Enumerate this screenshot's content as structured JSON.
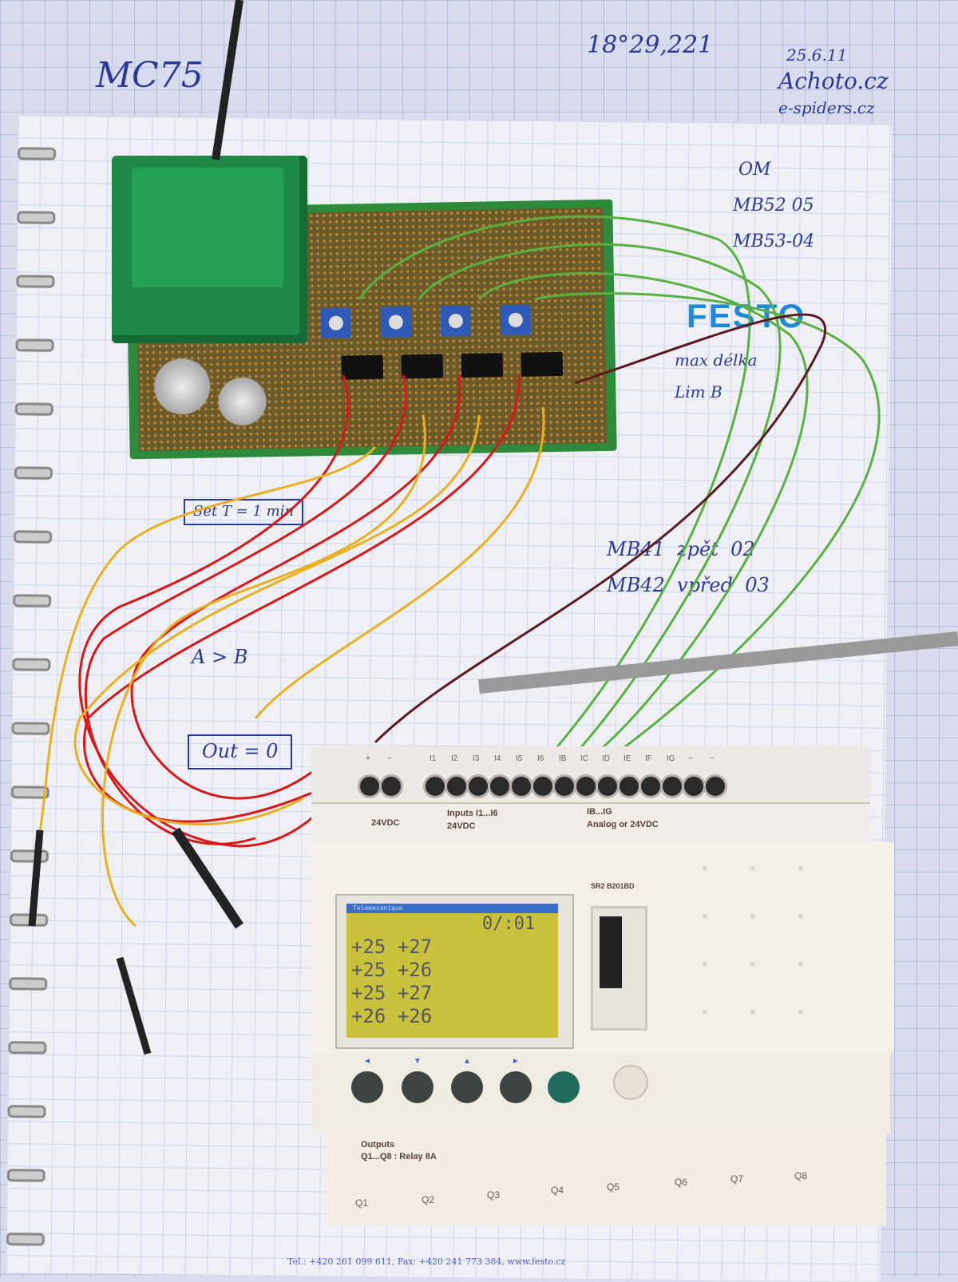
{
  "notes": {
    "top_left": "MC75",
    "top_coords": "18°29,221",
    "top_date": "25.6.11",
    "site1": "Achoto.cz",
    "site2": "e-spiders.cz",
    "om": "OM",
    "mb52": "MB52 05",
    "mb53": "MB53-04",
    "festo": "FESTO",
    "maxdelka": "max délka",
    "limb": "Lim B",
    "setT": "Set T = 1 min",
    "cmp": "A > B",
    "out": "Out = 0",
    "mb41": "MB41  zpět  02",
    "mb42": "MB42  vpřed  03",
    "footer": "Tel.: +420 261 099 611, Fax: +420 241 773 384, www.festo.cz"
  },
  "plc": {
    "power_terms": [
      "+",
      "−"
    ],
    "input_terms": [
      "I1",
      "I2",
      "I3",
      "I4",
      "I5",
      "I6",
      "IB",
      "IC",
      "ID",
      "IE",
      "IF",
      "IG",
      "−",
      "−"
    ],
    "label_power": "24VDC",
    "label_inputs_1": "Inputs I1...I6",
    "label_inputs_2": "24VDC",
    "label_analog_1": "IB...IG",
    "label_analog_2": "Analog or 24VDC",
    "model": "SR2 B201BD",
    "lcd_brand": "Telemecanique",
    "lcd_time": "0/:01",
    "lcd_rows": [
      [
        "+25",
        "+27"
      ],
      [
        "+25",
        "+26"
      ],
      [
        "+25",
        "+27"
      ],
      [
        "+26",
        "+26"
      ]
    ],
    "nav_arrows": [
      "◄",
      "▼",
      "▲",
      "►"
    ],
    "label_outputs_1": "Outputs",
    "label_outputs_2": "Q1...Q8 : Relay 8A",
    "outputs": [
      "Q1",
      "Q2",
      "Q3",
      "Q4",
      "Q5",
      "Q6",
      "Q7",
      "Q8"
    ]
  }
}
